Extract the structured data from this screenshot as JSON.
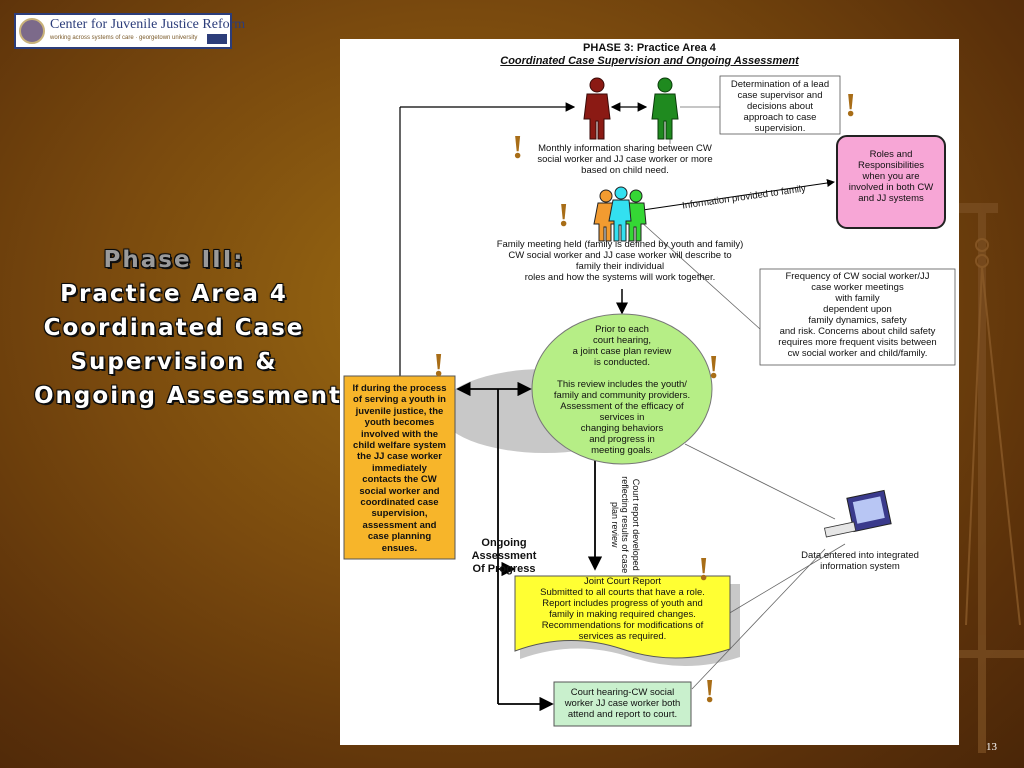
{
  "logo": {
    "title": "Center for Juvenile Justice Reform",
    "subtitle": "working across systems of care · georgetown university",
    "badge": "GPPI"
  },
  "slide": {
    "title_lines": [
      "Phase III:",
      "Practice Area 4",
      "Coordinated Case",
      "Supervision &",
      "Ongoing Assessment"
    ],
    "number": "13"
  },
  "diagram": {
    "header": "PHASE 3: Practice Area 4",
    "subheader": "Coordinated Case Supervision and Ongoing Assessment",
    "lead_supervisor_lines": [
      "Determination of a lead",
      "case supervisor and",
      "decisions about",
      "approach to case",
      "supervision."
    ],
    "monthly_sharing_lines": [
      "Monthly information sharing between CW",
      "social worker and JJ case worker or more",
      "based on child need."
    ],
    "roles_lines": [
      "Roles and",
      "Responsibilities",
      "when you are",
      "involved in both CW",
      "and JJ systems"
    ],
    "info_to_family": "Information provided to family",
    "family_meeting_lines": [
      "Family meeting held (family is defined by youth and family)",
      "CW social worker and JJ case worker will describe to",
      "family their individual",
      "roles and how the systems will work together."
    ],
    "frequency_lines": [
      "Frequency of CW social worker/JJ",
      "case worker meetings",
      "with family",
      "dependent upon",
      "family dynamics, safety",
      "and risk.   Concerns about child safety",
      "requires more frequent visits between",
      "cw social worker and child/family."
    ],
    "review_lines": [
      "Prior to each",
      "court hearing,",
      "a joint case plan review",
      "is conducted.",
      "",
      "This review includes the youth/",
      "family and community providers.",
      "Assessment of the efficacy of",
      "services in",
      "changing behaviors",
      "and progress in",
      "meeting goals."
    ],
    "youth_lines": [
      "If during the process",
      "of serving a youth in",
      "juvenile justice, the",
      "youth becomes",
      "involved with the",
      "child welfare system",
      "the JJ case worker",
      "immediately",
      "contacts the CW",
      "social worker and",
      "coordinated case",
      "supervision,",
      "assessment and",
      "case planning",
      "ensues."
    ],
    "ongoing_lines": [
      "Ongoing",
      "Assessment",
      "Of Progress"
    ],
    "court_report_dev_lines": [
      "Court report developed",
      "reflecting results of case",
      "plan review"
    ],
    "data_entered_lines": [
      "Data entered into integrated",
      "information system"
    ],
    "joint_report_lines": [
      "Joint Court Report",
      "Submitted to all courts that have a role.",
      "Report includes progress of youth and",
      "family in making required changes.",
      "Recommendations for modifications of",
      "services as required."
    ],
    "hearing_lines": [
      "Court hearing-CW social",
      "worker JJ case worker both",
      "attend and report to court."
    ]
  },
  "colors": {
    "cw_worker": "#8b1a14",
    "jj_worker": "#1f8a1f",
    "roles_fill": "#f7a6d6",
    "review_fill": "#b6ee86",
    "youth_fill": "#f7b52a",
    "report_fill": "#ffff33",
    "hearing_fill": "#c9f0cd",
    "alert": "#a86d17"
  },
  "icons": [
    "cw-worker-figure-icon",
    "jj-worker-figure-icon",
    "family-group-icon",
    "computer-icon",
    "exclamation-icon",
    "scales-of-justice-icon",
    "university-seal-icon"
  ]
}
